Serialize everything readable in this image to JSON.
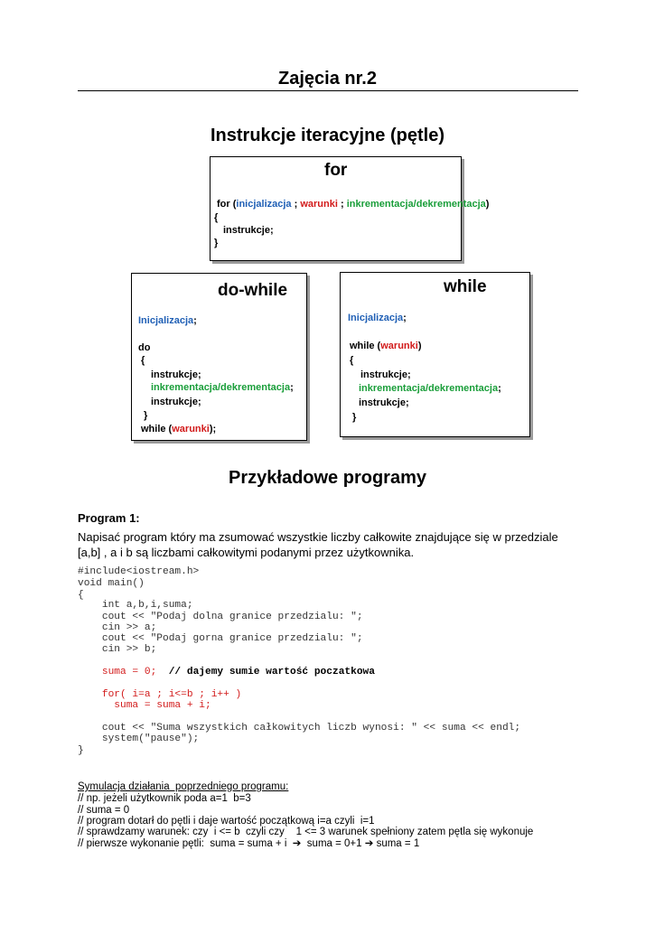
{
  "header": {
    "title": "Zajęcia nr.2",
    "section_title": "Instrukcje iteracyjne (pętle)"
  },
  "for_box": {
    "title": "for",
    "line1": {
      "kw": "for (",
      "init": "inicjalizacja",
      "sep1": " ; ",
      "cond": "warunki",
      "sep2": " ; ",
      "incr": "inkrementacja/dekrementacja",
      "end": ")"
    },
    "open": "{",
    "body": "instrukcje;",
    "close": "}"
  },
  "dowhile_box": {
    "title": "do-while",
    "init": "Inicjalizacja",
    "init_semi": ";",
    "do": "do",
    "open": "{",
    "body1": "instrukcje;",
    "incr": "inkrementacja/dekrementacja",
    "incr_semi": ";",
    "body2": "instrukcje;",
    "close": "}",
    "while_kw": "while (",
    "cond": "warunki",
    "while_end": ");"
  },
  "while_box": {
    "title": "while",
    "init": "Inicjalizacja",
    "init_semi": ";",
    "while_kw": "while (",
    "cond": "warunki",
    "while_end": ")",
    "open": "{",
    "body1": "instrukcje;",
    "incr": "inkrementacja/dekrementacja",
    "incr_semi": ";",
    "body2": "instrukcje;",
    "close": "}"
  },
  "examples": {
    "title": "Przykładowe programy",
    "program_label": "Program 1:",
    "description": "Napisać program który ma zsumować wszystkie liczby całkowite znajdujące się w przedziale [a,b] , a  i b są liczbami całkowitymi podanymi przez użytkownika."
  },
  "code": {
    "l1": "#include<iostream.h>",
    "l2": "void main()",
    "l3": "{",
    "l4": "    int a,b,i,suma;",
    "l5": "    cout << \"Podaj dolna granice przedzialu: \";",
    "l6": "    cin >> a;",
    "l7": "    cout << \"Podaj gorna granice przedzialu: \";",
    "l8": "    cin >> b;",
    "l9_code": "    suma = 0;",
    "l9_comment": "  // dajemy sumie wartość poczatkowa",
    "l10": "    for( i=a ; i<=b ; i++ )",
    "l11": "      suma = suma + i;",
    "l12": "    cout << \"Suma wszystkich całkowitych liczb wynosi: \" << suma << endl;",
    "l13": "    system(\"pause\");",
    "l14": "}"
  },
  "simulation": {
    "heading": "Symulacja działania  poprzedniego programu:",
    "s1": "// np. jeżeli użytkownik poda a=1  b=3",
    "s2": "// suma = 0",
    "s3": "// program dotarł do pętli i daje wartość początkową i=a czyli  i=1",
    "s4": "// sprawdzamy warunek: czy  i <= b  czyli czy    1 <= 3 warunek spełniony zatem pętla się wykonuje",
    "s5a": "// pierwsze wykonanie pętli:  suma = suma + i  ",
    "arrow": "➔",
    "s5b": "  suma = 0+1 ",
    "s5c": " suma = 1"
  }
}
